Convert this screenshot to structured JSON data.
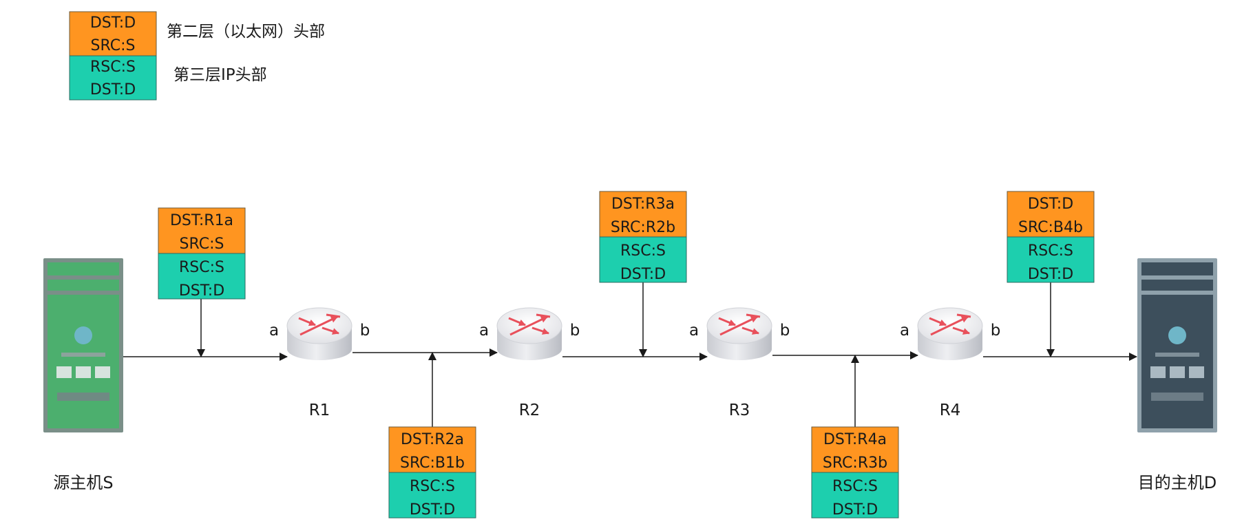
{
  "colors": {
    "layer2": "#ff9520",
    "layer3": "#1dcfae",
    "router_arrow": "#e8505b",
    "source_host": "#4caf6e",
    "dest_host": "#3d4f5c",
    "line": "#1a1a1a"
  },
  "legend": {
    "layer2": {
      "lines": [
        "DST:D",
        "SRC:S"
      ],
      "label": "第二层（以太网）头部"
    },
    "layer3": {
      "lines": [
        "RSC:S",
        "DST:D"
      ],
      "label": "第三层IP头部"
    }
  },
  "hosts": {
    "source": {
      "label": "源主机S"
    },
    "dest": {
      "label": "目的主机D"
    }
  },
  "routers": [
    {
      "name": "R1",
      "port_in": "a",
      "port_out": "b"
    },
    {
      "name": "R2",
      "port_in": "a",
      "port_out": "b"
    },
    {
      "name": "R3",
      "port_in": "a",
      "port_out": "b"
    },
    {
      "name": "R4",
      "port_in": "a",
      "port_out": "b"
    }
  ],
  "headers": [
    {
      "layer2": [
        "DST:R1a",
        "SRC:S"
      ],
      "layer3": [
        "RSC:S",
        "DST:D"
      ]
    },
    {
      "layer2": [
        "DST:R2a",
        "SRC:B1b"
      ],
      "layer3": [
        "RSC:S",
        "DST:D"
      ]
    },
    {
      "layer2": [
        "DST:R3a",
        "SRC:R2b"
      ],
      "layer3": [
        "RSC:S",
        "DST:D"
      ]
    },
    {
      "layer2": [
        "DST:R4a",
        "SRC:R3b"
      ],
      "layer3": [
        "RSC:S",
        "DST:D"
      ]
    },
    {
      "layer2": [
        "DST:D",
        "SRC:B4b"
      ],
      "layer3": [
        "RSC:S",
        "DST:D"
      ]
    }
  ]
}
